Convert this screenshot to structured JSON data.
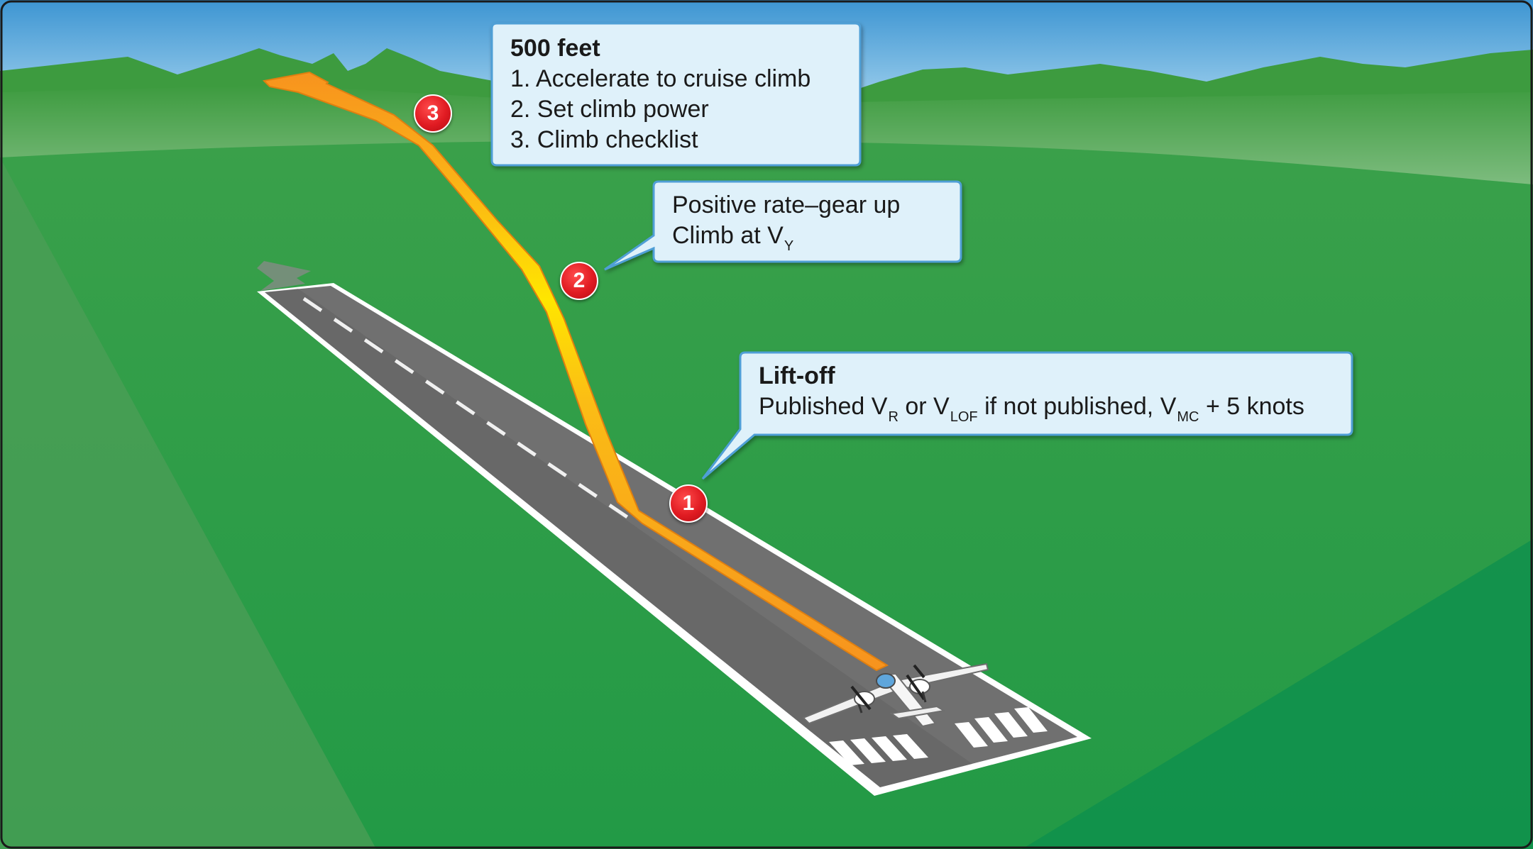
{
  "callouts": {
    "feet500": {
      "title": "500 feet",
      "items": [
        "1. Accelerate to cruise climb",
        "2. Set climb power",
        "3. Climb checklist"
      ]
    },
    "positive_rate": {
      "line1": "Positive rate–gear up",
      "line2_text": "Climb at V",
      "line2_sub": "Y"
    },
    "liftoff": {
      "title": "Lift-off",
      "line_parts": [
        {
          "text": "Published V",
          "sub": "R"
        },
        {
          "text": " or V",
          "sub": "LOF"
        },
        {
          "text": " if not published, V",
          "sub": "MC"
        },
        {
          "text": " + 5 knots",
          "sub": ""
        }
      ]
    }
  },
  "badges": [
    "1",
    "2",
    "3"
  ],
  "colors": {
    "sky_top": "#3d95d2",
    "mountains": "#3d9b3f",
    "grass": "#2b9a45",
    "runway": "#6f6f6f",
    "path_orange": "#f7931e",
    "path_yellow": "#ffe600",
    "callout_fill": "#dff1fa",
    "callout_border": "#4f9fd6",
    "badge_red": "#e01b22"
  }
}
